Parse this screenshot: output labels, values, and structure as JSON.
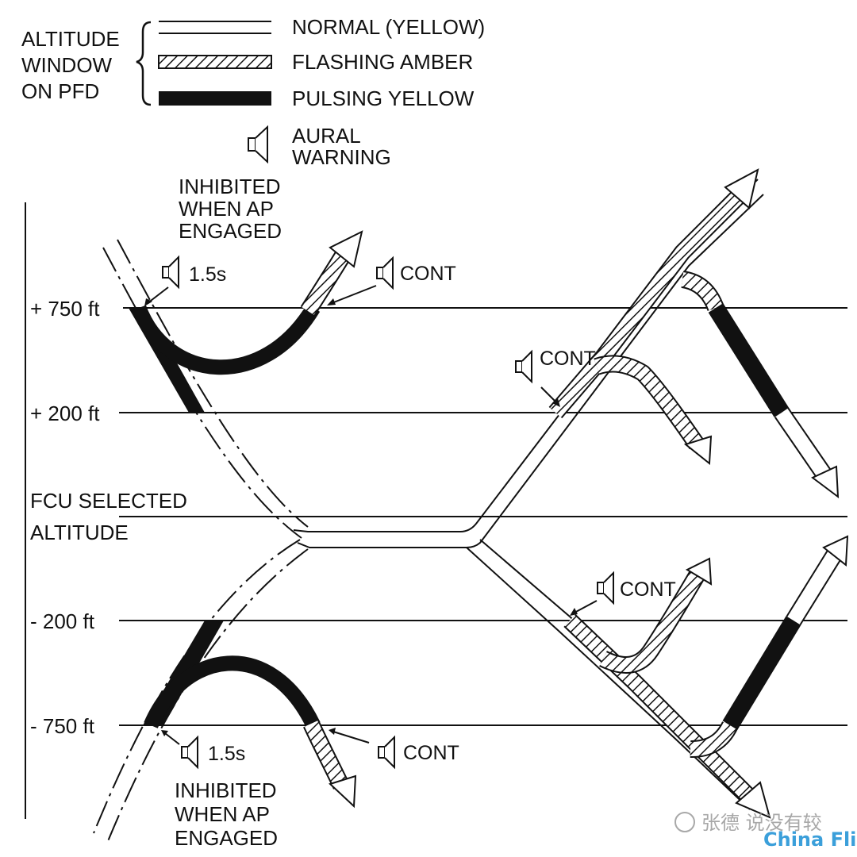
{
  "legend": {
    "group_label_lines": [
      "ALTITUDE",
      "WINDOW",
      "ON PFD"
    ],
    "normal": "NORMAL (YELLOW)",
    "flashing": "FLASHING AMBER",
    "pulsing": "PULSING YELLOW",
    "aural_lines": [
      "AURAL",
      "WARNING"
    ]
  },
  "levels": {
    "plus750": "+ 750 ft",
    "plus200": "+ 200 ft",
    "fcu_line1": "FCU SELECTED",
    "fcu_line2": "ALTITUDE",
    "minus200": "- 200 ft",
    "minus750": "- 750 ft"
  },
  "annotations": {
    "inhibited_lines": [
      "INHIBITED",
      "WHEN AP",
      "ENGAGED"
    ],
    "duration": "1.5s",
    "cont": "CONT"
  },
  "watermark": {
    "author": "张德 说没有较",
    "brand": "China Flier"
  },
  "colors": {
    "line": "#111111",
    "background": "#ffffff",
    "watermark": "#1a8fd4"
  }
}
